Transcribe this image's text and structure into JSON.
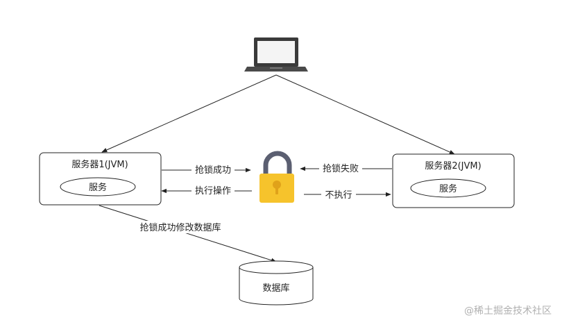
{
  "diagram": {
    "server1": {
      "title": "服务器1(JVM)",
      "service": "服务"
    },
    "server2": {
      "title": "服务器2(JVM)",
      "service": "服务"
    },
    "database": {
      "label": "数据库"
    },
    "edges": {
      "lock_success": "抢锁成功",
      "execute": "执行操作",
      "lock_fail": "抢锁失败",
      "not_execute": "不执行",
      "modify_db": "抢锁成功修改数据库"
    },
    "icons": {
      "client": "laptop-icon",
      "lock": "padlock-icon"
    },
    "colors": {
      "lock_body": "#F6C32C",
      "lock_shackle": "#5B5F71",
      "keyhole": "#E0A21A",
      "line": "#222222"
    }
  },
  "watermark": "@稀土掘金技术社区"
}
